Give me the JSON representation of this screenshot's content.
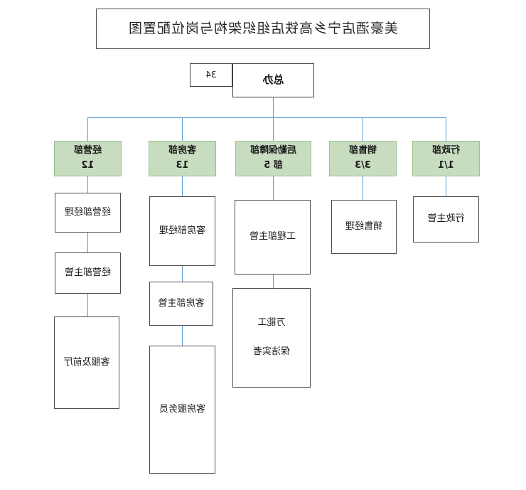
{
  "chart": {
    "type": "org-chart",
    "title": "美豪酒店宁乡高铁店组织架构与岗位配置图",
    "root": {
      "label": "总办",
      "headcount": "34"
    },
    "departments": [
      {
        "label": "经营部",
        "headcount": "12",
        "roles": [
          {
            "lines": [
              "经营部经理"
            ]
          },
          {
            "lines": [
              "经营部主管"
            ]
          },
          {
            "lines": [
              "客服及前厅"
            ]
          }
        ]
      },
      {
        "label": "客房部",
        "headcount": "13",
        "roles": [
          {
            "lines": [
              "客房部经理"
            ]
          },
          {
            "lines": [
              "客房部主管"
            ]
          },
          {
            "lines": [
              "客房服务员"
            ]
          }
        ]
      },
      {
        "label": "后勤保障部",
        "headcount": "部 5",
        "roles": [
          {
            "lines": [
              "工程部主管"
            ]
          },
          {
            "lines": [
              "万能工",
              "保洁实者"
            ]
          }
        ]
      },
      {
        "label": "销售部",
        "headcount": "3/3",
        "roles": [
          {
            "lines": [
              "销售经理"
            ]
          }
        ]
      },
      {
        "label": "行政部",
        "headcount": "1/1",
        "roles": [
          {
            "lines": [
              "行政主管"
            ]
          }
        ]
      }
    ]
  },
  "colors": {
    "department_fill": "#c8dcc0",
    "department_border": "#9bbf8f",
    "connector": "#5b9bd5",
    "node_border": "#4d4d4d",
    "background": "#ffffff"
  }
}
